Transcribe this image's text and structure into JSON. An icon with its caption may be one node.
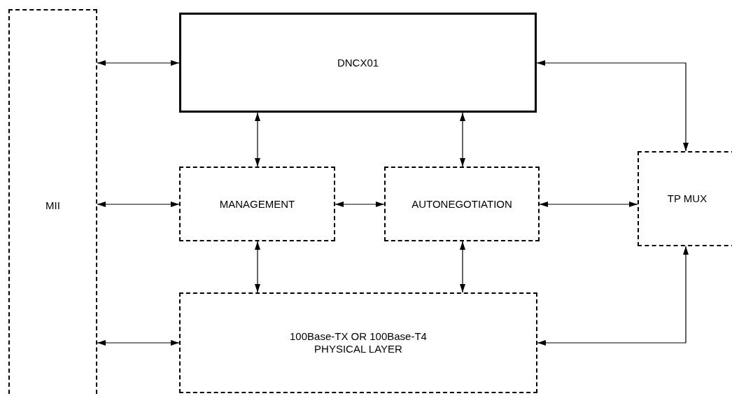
{
  "diagram": {
    "nodes": [
      {
        "text": [
          "MII"
        ]
      },
      {
        "text": [
          "DNCX01"
        ]
      },
      {
        "text": [
          "MANAGEMENT"
        ]
      },
      {
        "text": [
          "AUTONEGOTIATION"
        ]
      },
      {
        "text": [
          "TP MUX"
        ]
      },
      {
        "text": [
          "100Base-TX OR 100Base-T4 PHYSICAL LAYER"
        ]
      }
    ],
    "edges": [
      {
        "from": 0,
        "to": 1,
        "arrow": "both"
      },
      {
        "from": 1,
        "to": 4,
        "arrow": "both"
      },
      {
        "from": 1,
        "to": 2,
        "arrow": "both"
      },
      {
        "from": 1,
        "to": 3,
        "arrow": "both"
      },
      {
        "from": 0,
        "to": 2,
        "arrow": "both"
      },
      {
        "from": 2,
        "to": 3,
        "arrow": "both"
      },
      {
        "from": 3,
        "to": 4,
        "arrow": "both"
      },
      {
        "from": 2,
        "to": 5,
        "arrow": "both"
      },
      {
        "from": 3,
        "to": 5,
        "arrow": "both"
      },
      {
        "from": 0,
        "to": 5,
        "arrow": "both"
      },
      {
        "from": 5,
        "to": 4,
        "arrow": "both"
      }
    ]
  }
}
